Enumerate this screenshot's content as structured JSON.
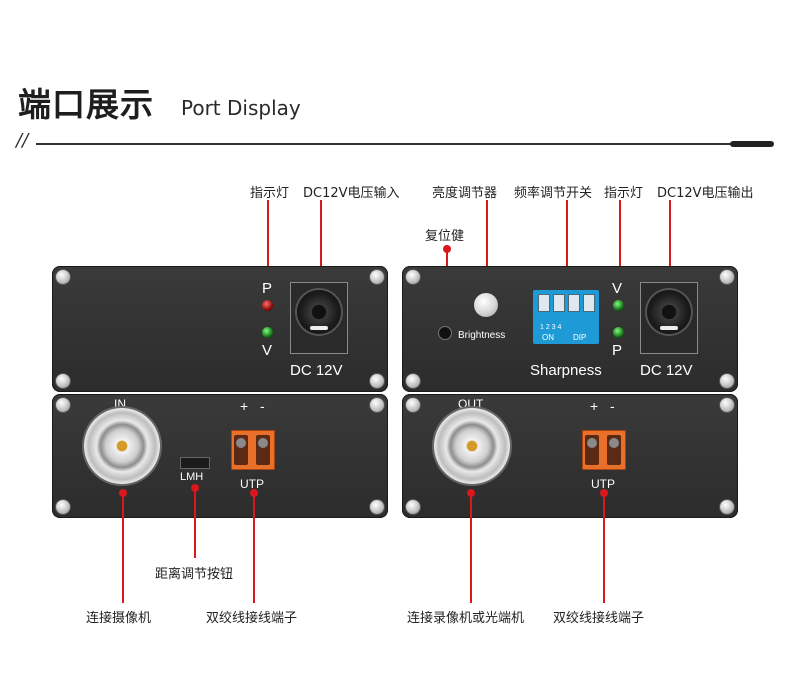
{
  "header": {
    "title_cn": "端口展示",
    "title_en": "Port Display",
    "mark": "//"
  },
  "left_unit": {
    "labels": {
      "indicator": "指示灯",
      "dc_input": "DC12V电压输入",
      "camera": "连接摄像机",
      "distance_switch": "距离调节按钮",
      "twisted_pair": "双绞线接线端子"
    },
    "panel": {
      "led_p": "P",
      "led_v": "V",
      "dc": "DC 12V",
      "bnc": "IN",
      "switch": "LMH",
      "terminal_plus": "+",
      "terminal_minus": "-",
      "utp": "UTP"
    }
  },
  "right_unit": {
    "labels": {
      "brightness_adjuster": "亮度调节器",
      "frequency_switch": "频率调节开关",
      "indicator": "指示灯",
      "dc_output": "DC12V电压输出",
      "reset": "复位健",
      "recorder": "连接录像机或光端机",
      "twisted_pair": "双绞线接线端子"
    },
    "panel": {
      "brightness": "Brightness",
      "dip_nums": "1  2  3  4",
      "dip_on": "ON",
      "dip_dip": "DIP",
      "sharpness": "Sharpness",
      "led_v": "V",
      "led_p": "P",
      "dc": "DC 12V",
      "bnc": "OUT",
      "terminal_plus": "+",
      "terminal_minus": "-",
      "utp": "UTP"
    }
  },
  "colors": {
    "accent": "#d9171c",
    "panel": "#2f2f2f",
    "terminal": "#e8702a",
    "dip": "#1e9ad6"
  }
}
